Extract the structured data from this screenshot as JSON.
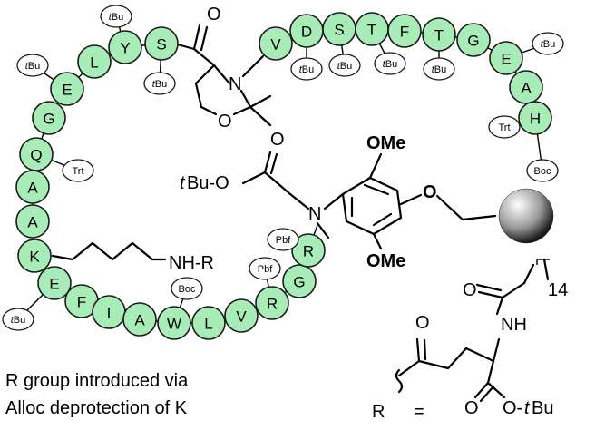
{
  "peptide": {
    "residues": [
      "V",
      "D",
      "S",
      "T",
      "F",
      "T",
      "G",
      "E",
      "A",
      "H",
      "S",
      "Y",
      "L",
      "E",
      "G",
      "Q",
      "A",
      "A",
      "K",
      "E",
      "F",
      "I",
      "A",
      "W",
      "L",
      "V",
      "R",
      "G",
      "R"
    ],
    "protecting_groups": {
      "tBu": "tBu",
      "Trt": "Trt",
      "Boc": "Boc",
      "Pbf": "Pbf"
    }
  },
  "labels": {
    "ome": "OMe",
    "oxygen": "O",
    "nitrogen": "N",
    "nh_r": "NH-R",
    "nh": "NH",
    "tbu_ester_prefix": "t",
    "tbu_ester_rest": "Bu-O",
    "subscript_14": "14",
    "o_tbu_prefix": "O-",
    "o_tbu_t": "t",
    "o_tbu_bu": "Bu",
    "r": "R",
    "equals": "="
  },
  "caption": {
    "line1": "R group introduced via",
    "line2": "Alloc deprotection of K"
  }
}
